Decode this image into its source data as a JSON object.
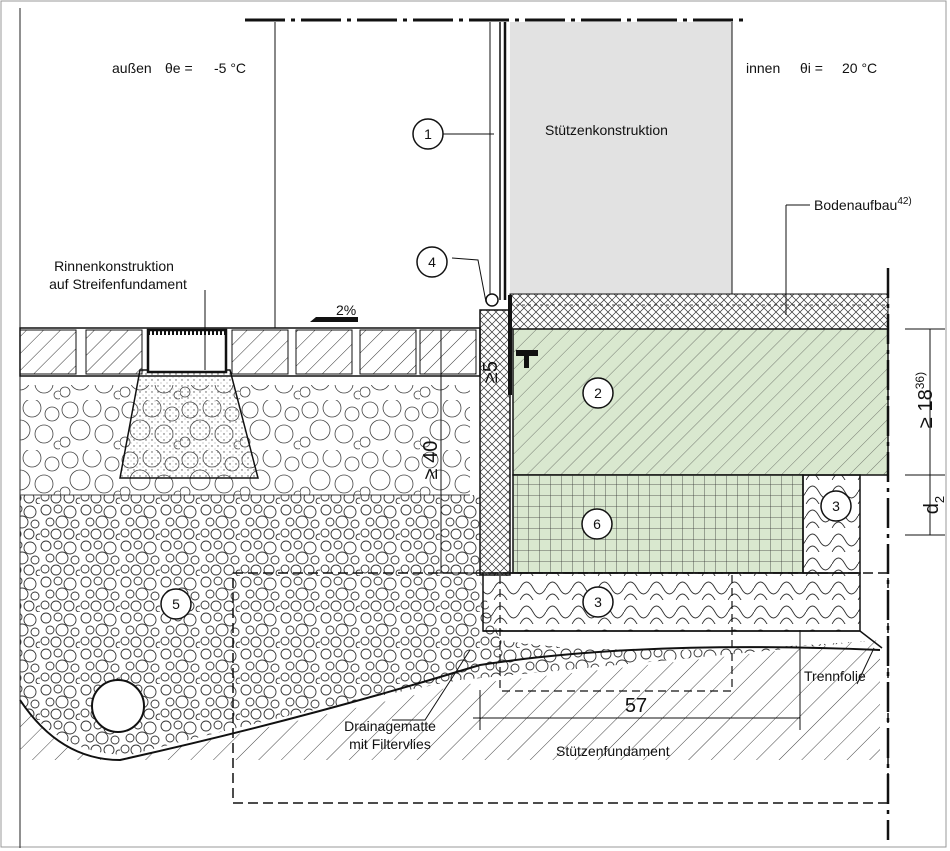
{
  "climate": {
    "outside_label": "außen",
    "outside_symbol": "θe =",
    "outside_value": "-5 °C",
    "inside_label": "innen",
    "inside_symbol": "θi =",
    "inside_value": "20 °C"
  },
  "labels": {
    "column": "Stützenkonstruktion",
    "floor": "Bodenaufbau",
    "floor_ref": "42)",
    "gutter_line1": "Rinnenkonstruktion",
    "gutter_line2": "auf Streifenfundament",
    "slope": "2%",
    "drain_line1": "Drainagematte",
    "drain_line2": "mit Filtervlies",
    "separation": "Trennfolie",
    "foundation": "Stützenfundament"
  },
  "dimensions": {
    "depth": "≥ 40",
    "gap": "≥5",
    "slab": "≥ 18",
    "slab_ref": "36)",
    "insulation": "d",
    "insulation_sub": "2",
    "width": "57"
  },
  "markers": {
    "m1": "1",
    "m2": "2",
    "m3a": "3",
    "m3b": "3",
    "m4": "4",
    "m5": "5",
    "m6": "6"
  },
  "colors": {
    "concrete": "#d9e8cf",
    "column": "#e2e2e2",
    "line": "#111111"
  }
}
